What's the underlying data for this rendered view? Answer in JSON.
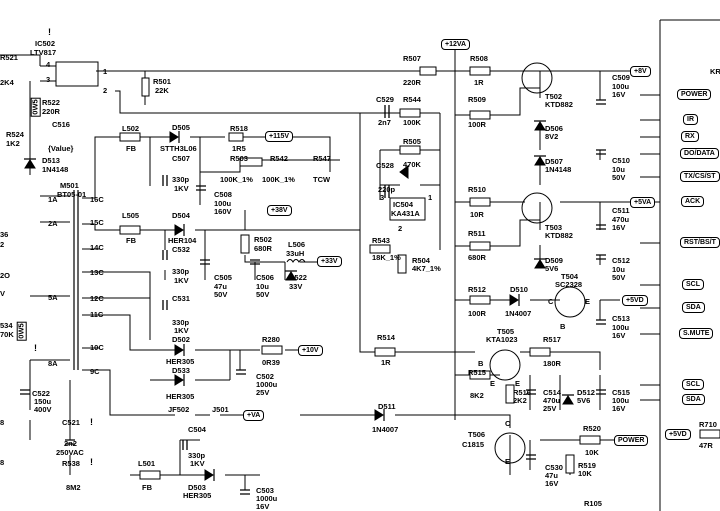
{
  "components": [
    {
      "id": "r521",
      "text": "R521"
    },
    {
      "id": "k2k4",
      "text": "2K4"
    },
    {
      "id": "ic502",
      "text": "IC502"
    },
    {
      "id": "ltv817",
      "text": "LTV817"
    },
    {
      "id": "p4",
      "text": "4"
    },
    {
      "id": "p3",
      "text": "3"
    },
    {
      "id": "p1",
      "text": "1"
    },
    {
      "id": "p2",
      "text": "2"
    },
    {
      "id": "r501",
      "text": "R501"
    },
    {
      "id": "r501v",
      "text": "22K"
    },
    {
      "id": "r522",
      "text": "R522"
    },
    {
      "id": "r522v",
      "text": "220R"
    },
    {
      "id": "c516",
      "text": "C516"
    },
    {
      "id": "c516v",
      "text": "{Value}"
    },
    {
      "id": "r524",
      "text": "R524"
    },
    {
      "id": "r524v",
      "text": "1K2"
    },
    {
      "id": "d513",
      "text": "D513"
    },
    {
      "id": "d513v",
      "text": "1N4148"
    },
    {
      "id": "l502",
      "text": "L502"
    },
    {
      "id": "l502v",
      "text": "FB"
    },
    {
      "id": "d505",
      "text": "D505"
    },
    {
      "id": "d505v",
      "text": "STTH3L06"
    },
    {
      "id": "r518",
      "text": "R518"
    },
    {
      "id": "r518v",
      "text": "1R5"
    },
    {
      "id": "c507",
      "text": "C507"
    },
    {
      "id": "c507v",
      "text": "330p"
    },
    {
      "id": "c507k",
      "text": "1KV"
    },
    {
      "id": "r503",
      "text": "R503"
    },
    {
      "id": "r503v",
      "text": "100K_1%"
    },
    {
      "id": "r542",
      "text": "R542"
    },
    {
      "id": "r542v",
      "text": "100K_1%"
    },
    {
      "id": "r547",
      "text": "R547"
    },
    {
      "id": "r547v",
      "text": "TCW"
    },
    {
      "id": "c508",
      "text": "C508"
    },
    {
      "id": "c508v",
      "text": "100u"
    },
    {
      "id": "c508k",
      "text": "160V"
    },
    {
      "id": "m501",
      "text": "M501"
    },
    {
      "id": "m501v",
      "text": "BT05-01"
    },
    {
      "id": "p16c",
      "text": "16C"
    },
    {
      "id": "p15c",
      "text": "15C"
    },
    {
      "id": "p14c",
      "text": "14C"
    },
    {
      "id": "p13c",
      "text": "13C"
    },
    {
      "id": "p12c",
      "text": "12C"
    },
    {
      "id": "p11c",
      "text": "11C"
    },
    {
      "id": "p10c",
      "text": "10C"
    },
    {
      "id": "p9c",
      "text": "9C"
    },
    {
      "id": "p1a",
      "text": "1A"
    },
    {
      "id": "p2a",
      "text": "2A"
    },
    {
      "id": "p5a",
      "text": "5A"
    },
    {
      "id": "p8a",
      "text": "8A"
    },
    {
      "id": "l505",
      "text": "L505"
    },
    {
      "id": "l505v",
      "text": "FB"
    },
    {
      "id": "d504",
      "text": "D504"
    },
    {
      "id": "d504v",
      "text": "HER104"
    },
    {
      "id": "c532",
      "text": "C532"
    },
    {
      "id": "c532v",
      "text": "330p"
    },
    {
      "id": "c532k",
      "text": "1KV"
    },
    {
      "id": "r502",
      "text": "R502"
    },
    {
      "id": "r502v",
      "text": "680R"
    },
    {
      "id": "l506",
      "text": "L506"
    },
    {
      "id": "l506v",
      "text": "33uH"
    },
    {
      "id": "c505",
      "text": "C505"
    },
    {
      "id": "c505v",
      "text": "47u"
    },
    {
      "id": "c505k",
      "text": "50V"
    },
    {
      "id": "c506",
      "text": "C506"
    },
    {
      "id": "c506v",
      "text": "10u"
    },
    {
      "id": "c506k",
      "text": "50V"
    },
    {
      "id": "d522",
      "text": "D522"
    },
    {
      "id": "d522v",
      "text": "33V"
    },
    {
      "id": "c531",
      "text": "C531"
    },
    {
      "id": "c531v",
      "text": "330p"
    },
    {
      "id": "c531k",
      "text": "1KV"
    },
    {
      "id": "d502",
      "text": "D502"
    },
    {
      "id": "d502v",
      "text": "HER305"
    },
    {
      "id": "d533",
      "text": "D533"
    },
    {
      "id": "d533v",
      "text": "HER305"
    },
    {
      "id": "r280",
      "text": "R280"
    },
    {
      "id": "r280v",
      "text": "0R39"
    },
    {
      "id": "c502",
      "text": "C502"
    },
    {
      "id": "c502v",
      "text": "1000u"
    },
    {
      "id": "c502k",
      "text": "25V"
    },
    {
      "id": "jf502",
      "text": "JF502"
    },
    {
      "id": "j501",
      "text": "J501"
    },
    {
      "id": "c504",
      "text": "C504"
    },
    {
      "id": "c504v",
      "text": "330p"
    },
    {
      "id": "c504k",
      "text": "1KV"
    },
    {
      "id": "l501",
      "text": "L501"
    },
    {
      "id": "l501v",
      "text": "FB"
    },
    {
      "id": "d503",
      "text": "D503"
    },
    {
      "id": "d503v",
      "text": "HER305"
    },
    {
      "id": "c503",
      "text": "C503"
    },
    {
      "id": "c503v",
      "text": "1000u"
    },
    {
      "id": "c503k",
      "text": "16V"
    },
    {
      "id": "c521",
      "text": "C521"
    },
    {
      "id": "c521v",
      "text": "2n2"
    },
    {
      "id": "c521k",
      "text": "250VAC"
    },
    {
      "id": "r538",
      "text": "R538"
    },
    {
      "id": "r538v",
      "text": "8M2"
    },
    {
      "id": "c522",
      "text": "C522"
    },
    {
      "id": "c522v",
      "text": "150u"
    },
    {
      "id": "c522k",
      "text": "400V"
    },
    {
      "id": "l36",
      "text": "36"
    },
    {
      "id": "l2",
      "text": "2"
    },
    {
      "id": "l2o",
      "text": "2O"
    },
    {
      "id": "lv",
      "text": "V"
    },
    {
      "id": "l534",
      "text": "534"
    },
    {
      "id": "l70k",
      "text": "70K"
    },
    {
      "id": "l8a",
      "text": "8"
    },
    {
      "id": "l8b",
      "text": "8"
    },
    {
      "id": "r507",
      "text": "R507"
    },
    {
      "id": "r507v",
      "text": "220R"
    },
    {
      "id": "r508",
      "text": "R508"
    },
    {
      "id": "r508v",
      "text": "1R"
    },
    {
      "id": "c529",
      "text": "C529"
    },
    {
      "id": "c529v",
      "text": "2n7"
    },
    {
      "id": "r544",
      "text": "R544"
    },
    {
      "id": "r544v",
      "text": "100K"
    },
    {
      "id": "r509",
      "text": "R509"
    },
    {
      "id": "r509v",
      "text": "100R"
    },
    {
      "id": "r505",
      "text": "R505"
    },
    {
      "id": "r505v",
      "text": "470K"
    },
    {
      "id": "c528",
      "text": "C528"
    },
    {
      "id": "c528v",
      "text": "220p"
    },
    {
      "id": "ic504",
      "text": "IC504"
    },
    {
      "id": "ic504v",
      "text": "KA431A"
    },
    {
      "id": "p3b",
      "text": "3"
    },
    {
      "id": "p1b",
      "text": "1"
    },
    {
      "id": "p2b",
      "text": "2"
    },
    {
      "id": "r543",
      "text": "R543"
    },
    {
      "id": "r543v",
      "text": "18K_1%"
    },
    {
      "id": "r504",
      "text": "R504"
    },
    {
      "id": "r504v",
      "text": "4K7_1%"
    },
    {
      "id": "r510",
      "text": "R510"
    },
    {
      "id": "r510v",
      "text": "10R"
    },
    {
      "id": "r511",
      "text": "R511"
    },
    {
      "id": "r511v",
      "text": "680R"
    },
    {
      "id": "r512",
      "text": "R512"
    },
    {
      "id": "r512v",
      "text": "100R"
    },
    {
      "id": "d510",
      "text": "D510"
    },
    {
      "id": "d510v",
      "text": "1N4007"
    },
    {
      "id": "r514",
      "text": "R514"
    },
    {
      "id": "r514v",
      "text": "1R"
    },
    {
      "id": "r515",
      "text": "R515"
    },
    {
      "id": "r515v",
      "text": "8K2"
    },
    {
      "id": "d511",
      "text": "D511"
    },
    {
      "id": "d511v",
      "text": "1N4007"
    },
    {
      "id": "t502",
      "text": "T502"
    },
    {
      "id": "t502v",
      "text": "KTD882"
    },
    {
      "id": "d506",
      "text": "D506"
    },
    {
      "id": "d506v",
      "text": "8V2"
    },
    {
      "id": "d507",
      "text": "D507"
    },
    {
      "id": "d507v",
      "text": "1N4148"
    },
    {
      "id": "t503",
      "text": "T503"
    },
    {
      "id": "t503v",
      "text": "KTD882"
    },
    {
      "id": "d509",
      "text": "D509"
    },
    {
      "id": "d509v",
      "text": "5V6"
    },
    {
      "id": "t504",
      "text": "T504"
    },
    {
      "id": "t504v",
      "text": "SC2328"
    },
    {
      "id": "t505",
      "text": "T505"
    },
    {
      "id": "t505v",
      "text": "KTA1023"
    },
    {
      "id": "r517",
      "text": "R517"
    },
    {
      "id": "r517v",
      "text": "180R"
    },
    {
      "id": "r516",
      "text": "R516"
    },
    {
      "id": "r516v",
      "text": "2K2"
    },
    {
      "id": "c514",
      "text": "C514"
    },
    {
      "id": "c514v",
      "text": "470u"
    },
    {
      "id": "c514k",
      "text": "25V"
    },
    {
      "id": "d512",
      "text": "D512"
    },
    {
      "id": "d512v",
      "text": "5V6"
    },
    {
      "id": "t506",
      "text": "T506"
    },
    {
      "id": "t506v",
      "text": "C1815"
    },
    {
      "id": "c530",
      "text": "C530"
    },
    {
      "id": "c530v",
      "text": "47u"
    },
    {
      "id": "c530k",
      "text": "16V"
    },
    {
      "id": "r519",
      "text": "R519"
    },
    {
      "id": "r519v",
      "text": "10K"
    },
    {
      "id": "r520",
      "text": "R520"
    },
    {
      "id": "r520v",
      "text": "10K"
    },
    {
      "id": "r105",
      "text": "R105"
    },
    {
      "id": "c509",
      "text": "C509"
    },
    {
      "id": "c509v",
      "text": "100u"
    },
    {
      "id": "c509k",
      "text": "16V"
    },
    {
      "id": "c510",
      "text": "C510"
    },
    {
      "id": "c510v",
      "text": "10u"
    },
    {
      "id": "c510k",
      "text": "50V"
    },
    {
      "id": "c511",
      "text": "C511"
    },
    {
      "id": "c511v",
      "text": "470u"
    },
    {
      "id": "c511k",
      "text": "16V"
    },
    {
      "id": "c512",
      "text": "C512"
    },
    {
      "id": "c512v",
      "text": "10u"
    },
    {
      "id": "c512k",
      "text": "50V"
    },
    {
      "id": "c513",
      "text": "C513"
    },
    {
      "id": "c513v",
      "text": "100u"
    },
    {
      "id": "c513k",
      "text": "16V"
    },
    {
      "id": "c515",
      "text": "C515"
    },
    {
      "id": "c515v",
      "text": "100u"
    },
    {
      "id": "c515k",
      "text": "16V"
    },
    {
      "id": "r710",
      "text": "R710"
    },
    {
      "id": "r710v",
      "text": "47R"
    },
    {
      "id": "kr",
      "text": "KR"
    },
    {
      "id": "b1",
      "text": "B"
    },
    {
      "id": "b2",
      "text": "B"
    },
    {
      "id": "c1",
      "text": "C"
    },
    {
      "id": "e1",
      "text": "E"
    },
    {
      "id": "e2",
      "text": "E"
    },
    {
      "id": "e3",
      "text": "E"
    },
    {
      "id": "c2",
      "text": "C"
    },
    {
      "id": "e4",
      "text": "E"
    }
  ],
  "net_tags": [
    {
      "id": "p12va",
      "text": "+12VA"
    },
    {
      "id": "p8v",
      "text": "+8V"
    },
    {
      "id": "p115v",
      "text": "+115V"
    },
    {
      "id": "p38v",
      "text": "+38V"
    },
    {
      "id": "p33v",
      "text": "+33V"
    },
    {
      "id": "p5va",
      "text": "+5VA"
    },
    {
      "id": "p5vd",
      "text": "+5VD"
    },
    {
      "id": "p10v",
      "text": "+10V"
    },
    {
      "id": "pva",
      "text": "+VA"
    },
    {
      "id": "power1",
      "text": "POWER"
    },
    {
      "id": "p5vd2",
      "text": "+5VD"
    }
  ],
  "connector_pins": [
    {
      "id": "power",
      "text": "POWER"
    },
    {
      "id": "ir",
      "text": "IR"
    },
    {
      "id": "rx",
      "text": "RX"
    },
    {
      "id": "dodata",
      "text": "DO/DATA"
    },
    {
      "id": "txcsst",
      "text": "TX/CS/ST"
    },
    {
      "id": "ack",
      "text": "ACK"
    },
    {
      "id": "rstbst",
      "text": "RST/BS/T"
    },
    {
      "id": "scl",
      "text": "SCL"
    },
    {
      "id": "sda",
      "text": "SDA"
    },
    {
      "id": "smute",
      "text": "S.MUTE"
    },
    {
      "id": "scl2",
      "text": "SCL"
    },
    {
      "id": "sda2",
      "text": "SDA"
    }
  ],
  "warning_marks": [
    "!",
    "!",
    "!",
    "!"
  ],
  "rotated": [
    {
      "id": "w5a",
      "text": "0W5"
    },
    {
      "id": "w5b",
      "text": "0W5"
    }
  ]
}
